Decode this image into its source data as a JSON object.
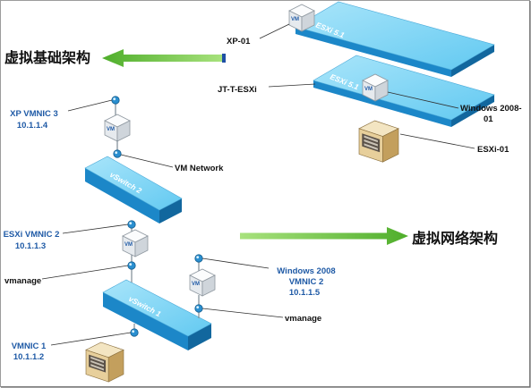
{
  "titles": {
    "infrastructure": "虚拟基础架构",
    "network": "虚拟网络架构"
  },
  "esxi_hosts": {
    "upper_slab_label": "ESXi 5.1",
    "lower_slab_label": "ESXi 5.1",
    "vm_xp": "XP-01",
    "host_jt": "JT-T-ESXi",
    "vm_windows_line1": "Windows 2008-",
    "vm_windows_line2": "01",
    "server": "ESXi-01"
  },
  "network": {
    "vswitch2_label": "vSwitch 2",
    "vswitch1_label": "vSwitch 1",
    "xp_vmnic": {
      "name": "XP VMNIC 3",
      "ip": "10.1.1.4"
    },
    "vm_network": "VM Network",
    "esxi_vmnic": {
      "name": "ESXi VMNIC 2",
      "ip": "10.1.1.3"
    },
    "vmanage_left": "vmanage",
    "windows_vmnic": {
      "line1": "Windows 2008",
      "line2": "VMNIC 2",
      "ip": "10.1.1.5"
    },
    "vmanage_right": "vmanage",
    "vmnic1": {
      "name": "VMNIC 1",
      "ip": "10.1.1.2"
    }
  },
  "vm_icon_text": "VM",
  "icons": {
    "vm": "vm-cube-icon",
    "nic": "network-port-icon",
    "server": "server-tower-icon",
    "arrow": "arrow-icon"
  },
  "colors": {
    "slab_top": "#62c9f1",
    "slab_top_light": "#a9e5fa",
    "slab_front": "#1c87c8",
    "slab_side": "#12679e",
    "label_blue": "#1f5aa6",
    "arrow_green": "#4fae2b",
    "arrow_green_light": "#a8e27d",
    "arrow_tail": "#1e4fa5",
    "server_front": "#e7cf9b",
    "server_side": "#c39f5d",
    "server_top": "#f3e5c2",
    "port_blue": "#2a8fd0"
  }
}
